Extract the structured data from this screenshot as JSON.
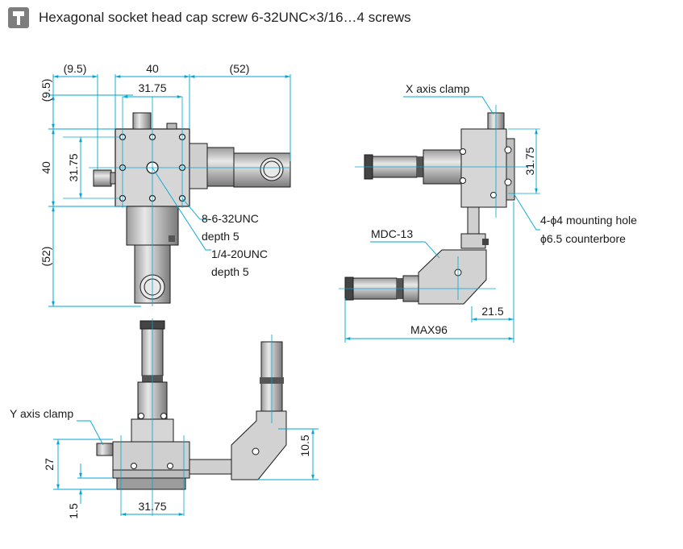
{
  "header": {
    "icon": "hex-screw-icon",
    "title": "Hexagonal socket head cap screw 6-32UNC×3/16…4 screws"
  },
  "colors": {
    "dimension": "#00a6d6",
    "outline": "#1a1a1a",
    "body_fill": "#cfcfcf",
    "body_dark": "#8a8a8a",
    "center_line": "#00a6d6"
  },
  "top_view": {
    "dim_left_offset": "(9.5)",
    "dim_width": "40",
    "dim_right_extent": "(52)",
    "dim_hole_spacing_x": "31.75",
    "dim_top_offset": "(9.5)",
    "dim_height": "40",
    "dim_hole_spacing_y": "31.75",
    "dim_bottom_extent": "(52)",
    "callout_tapped_1": "8-6-32UNC",
    "callout_tapped_1_depth": "depth 5",
    "callout_tapped_2": "1/4-20UNC",
    "callout_tapped_2_depth": "depth 5"
  },
  "side_view": {
    "label_y_clamp": "Y axis clamp",
    "dim_height": "27",
    "dim_base": "1.5",
    "dim_hole_spacing": "31.75",
    "dim_adapter_height": "10.5"
  },
  "right_view": {
    "label_x_clamp": "X axis clamp",
    "dim_hole_spacing": "31.75",
    "callout_mounting_hole": "4-ϕ4 mounting hole",
    "callout_counterbore": "ϕ6.5 counterbore",
    "label_adapter": "MDC-13",
    "dim_adapter_offset": "21.5",
    "dim_max": "MAX96"
  }
}
